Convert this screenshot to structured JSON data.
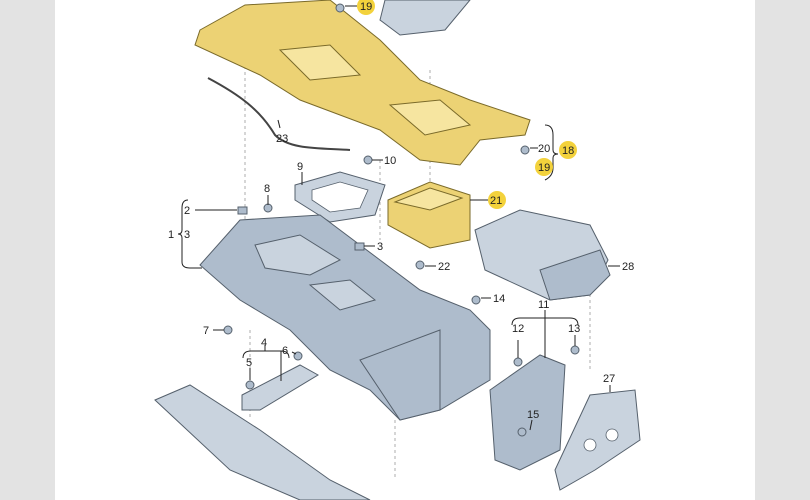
{
  "diagram": {
    "title": "Center console exploded parts diagram",
    "highlight_color": "#f3d23c",
    "labels": {
      "p19a": "19",
      "p20": "20",
      "p18": "18",
      "p19b": "19",
      "p21": "21",
      "p22": "22",
      "p28": "28",
      "p9": "9",
      "p10": "10",
      "p8": "8",
      "p23": "23",
      "p2": "2",
      "p1": "1",
      "p3a": "3",
      "p3b": "3",
      "p14": "14",
      "p11": "11",
      "p12": "12",
      "p13": "13",
      "p7": "7",
      "p4": "4",
      "p5": "5",
      "p6": "6",
      "p15": "15",
      "p27": "27"
    }
  }
}
